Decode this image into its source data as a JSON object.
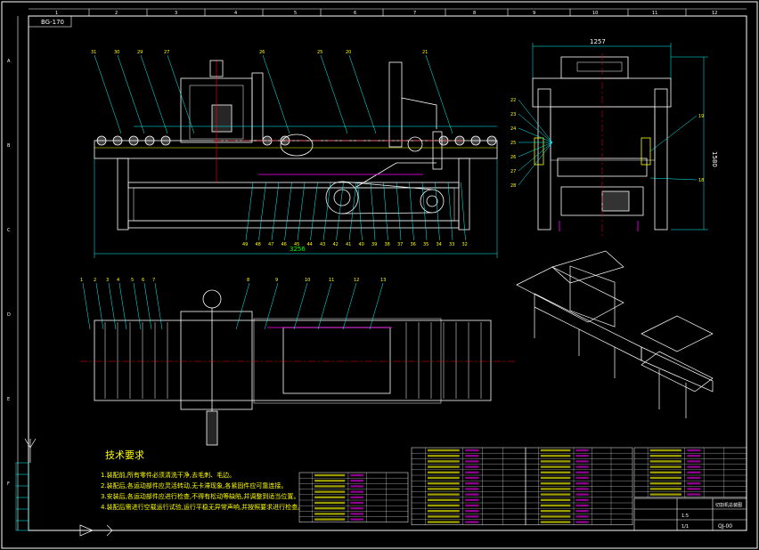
{
  "drawing": {
    "code_box": "BG-170",
    "zone_letters_left": [
      "A",
      "B",
      "C",
      "D",
      "E",
      "F"
    ],
    "zone_numbers_top": [
      "1",
      "2",
      "3",
      "4",
      "5",
      "6",
      "7",
      "8",
      "9",
      "10",
      "11",
      "12"
    ]
  },
  "dimensions": {
    "front_length": "3256",
    "side_width": "1257",
    "side_height": "1580"
  },
  "front_view_callouts_top": [
    "31",
    "30",
    "29",
    "27",
    "26",
    "25",
    "20",
    "21"
  ],
  "front_view_callouts_bottom": [
    "49",
    "48",
    "47",
    "46",
    "45",
    "44",
    "43",
    "42",
    "41",
    "40",
    "39",
    "38",
    "37",
    "36",
    "35",
    "34",
    "33",
    "32"
  ],
  "side_view_callouts_left": [
    "22",
    "23",
    "24",
    "25",
    "26",
    "27",
    "28"
  ],
  "side_view_callouts_right": [
    "19",
    "18"
  ],
  "plan_view_callouts": [
    "1",
    "2",
    "3",
    "4",
    "5",
    "6",
    "7",
    "8",
    "9",
    "10",
    "11",
    "12",
    "13"
  ],
  "tech_requirements": {
    "title": "技术要求",
    "items": [
      "1.装配前,所有零件必须清洗干净,去毛刺、毛边。",
      "2.装配后,各运动部件应灵活转动,无卡滞现象,各紧固件应可靠连接。",
      "3.安装后,各运动部件应进行检查,不得有松动等缺陷,并调整到适当位置。",
      "4.装配后需进行空载运行试验,运行平稳无异常声响,并按照要求进行检查。"
    ]
  },
  "title_block": {
    "name": "切割机总装图",
    "drawing_no": "QJ-00",
    "scale": "1:5",
    "sheet": "1/1"
  },
  "colors": {
    "background": "#000000",
    "frame": "#ffffff",
    "outline": "#ffffff",
    "leader": "#00ffff",
    "callout_text": "#ffff00",
    "centerline": "#ff0000",
    "hidden": "#ff00ff",
    "accent_green": "#00ff00"
  }
}
